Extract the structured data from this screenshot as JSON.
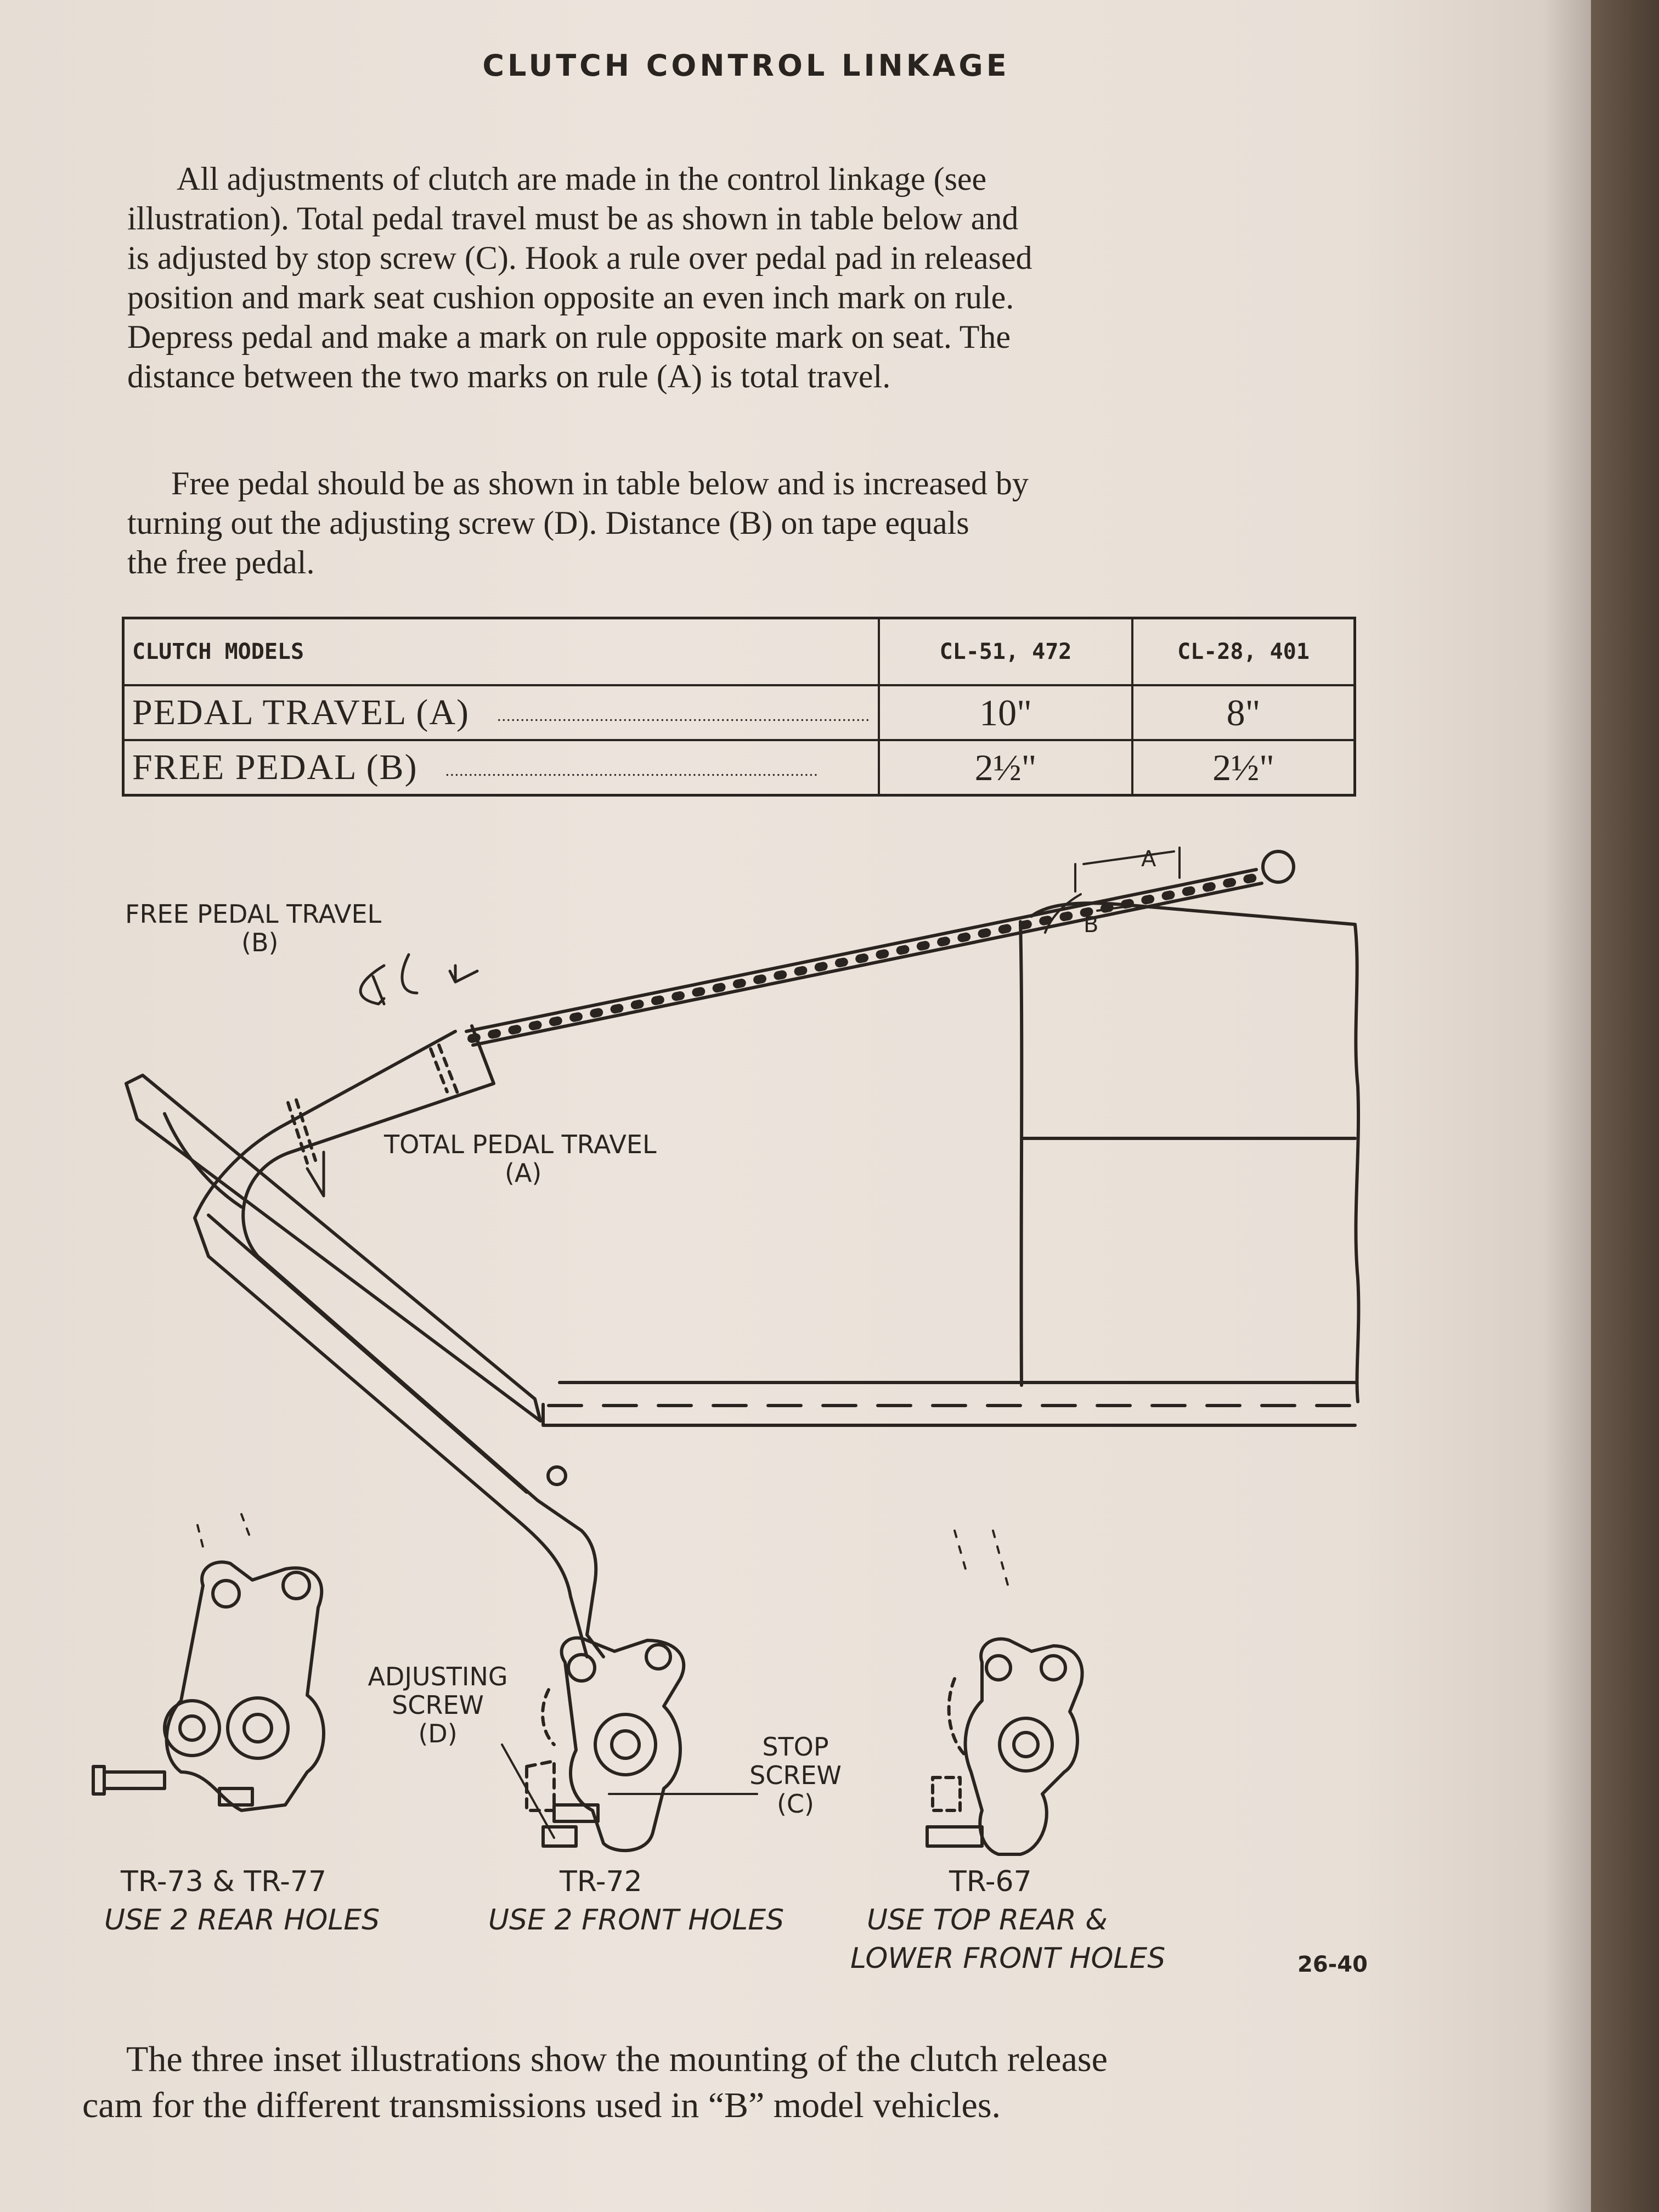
{
  "title": "CLUTCH CONTROL LINKAGE",
  "paragraph_1": [
    "All adjustments of clutch are made in the control linkage (see",
    "illustration). Total pedal travel must be as shown in table below and",
    "is adjusted by stop screw (C). Hook a rule over pedal pad in released",
    "position and mark seat cushion opposite an even inch mark on rule.",
    "Depress pedal and make a mark on rule opposite mark on seat. The",
    "distance between the two marks on rule (A) is total travel."
  ],
  "paragraph_2": [
    "Free pedal should be as shown in table below and is increased by",
    "turning out the adjusting screw (D). Distance (B) on tape equals",
    "the free pedal."
  ],
  "table": {
    "headers": [
      "CLUTCH MODELS",
      "CL-51, 472",
      "CL-28, 401"
    ],
    "rows": [
      {
        "label": "PEDAL TRAVEL (A)",
        "values": [
          "10\"",
          "8\""
        ]
      },
      {
        "label": "FREE PEDAL (B)",
        "values": [
          "2½\"",
          "2½\""
        ]
      }
    ],
    "leader": "................................................................................"
  },
  "diagram_labels": {
    "free_pedal_travel": "FREE PEDAL TRAVEL",
    "free_pedal_travel_letter": "(B)",
    "total_pedal_travel": "TOTAL PEDAL TRAVEL",
    "total_pedal_travel_letter": "(A)",
    "tape_a": "A",
    "tape_b": "B",
    "adjusting_screw": [
      "ADJUSTING",
      "SCREW",
      "(D)"
    ],
    "stop_screw": [
      "STOP",
      "SCREW",
      "(C)"
    ]
  },
  "captions": [
    {
      "model": "TR-73 & TR-77",
      "note": "USE 2 REAR HOLES"
    },
    {
      "model": "TR-72",
      "note": "USE 2 FRONT HOLES"
    },
    {
      "model": "TR-67",
      "note": "USE TOP REAR &",
      "note2": "LOWER FRONT HOLES"
    }
  ],
  "figure_number": "26-40",
  "paragraph_3": [
    "The three inset illustrations show the mounting of the clutch release",
    "cam for the different transmissions used in “B” model vehicles."
  ]
}
